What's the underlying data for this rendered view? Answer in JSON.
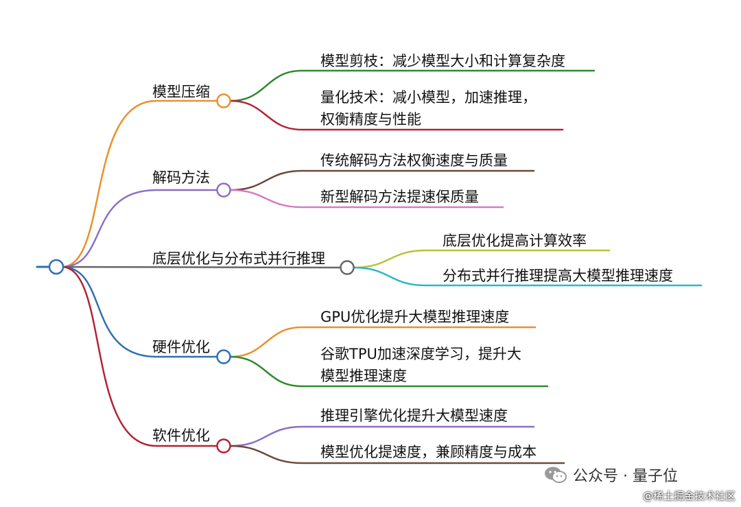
{
  "mindmap": {
    "branches": [
      {
        "label": "模型压缩",
        "color": "#e8912a",
        "children": [
          {
            "lines": [
              "模型剪枝：减少模型大小和计算复杂度"
            ],
            "color": "#2e8b2e"
          },
          {
            "lines": [
              "量化技术：减小模型，加速推理，",
              "权衡精度与性能"
            ],
            "color": "#b22234"
          }
        ]
      },
      {
        "label": "解码方法",
        "color": "#8a6fc9",
        "children": [
          {
            "lines": [
              "传统解码方法权衡速度与质量"
            ],
            "color": "#6b4a3a"
          },
          {
            "lines": [
              "新型解码方法提速保质量"
            ],
            "color": "#d57cc4"
          }
        ]
      },
      {
        "label": "底层优化与分布式并行推理",
        "color": "#666666",
        "children": [
          {
            "lines": [
              "底层优化提高计算效率"
            ],
            "color": "#b5c437"
          },
          {
            "lines": [
              "分布式并行推理提高大模型推理速度"
            ],
            "color": "#2bb7c9"
          }
        ]
      },
      {
        "label": "硬件优化",
        "color": "#2f6fb0",
        "children": [
          {
            "lines": [
              "GPU优化提升大模型推理速度"
            ],
            "color": "#e8912a"
          },
          {
            "lines": [
              "谷歌TPU加速深度学习，提升大",
              "模型推理速度"
            ],
            "color": "#2e8b2e"
          }
        ]
      },
      {
        "label": "软件优化",
        "color": "#b22234",
        "children": [
          {
            "lines": [
              "推理引擎优化提升大模型速度"
            ],
            "color": "#8a6fc9"
          },
          {
            "lines": [
              "模型优化提速度，兼顾精度与成本"
            ],
            "color": "#6b4a3a"
          }
        ]
      }
    ],
    "root_color": "#2f6fb0"
  },
  "watermarks": {
    "wechat_account": "公众号 · 量子位",
    "community": "@稀土掘金技术社区",
    "wechat_icon": "wechat-icon"
  }
}
